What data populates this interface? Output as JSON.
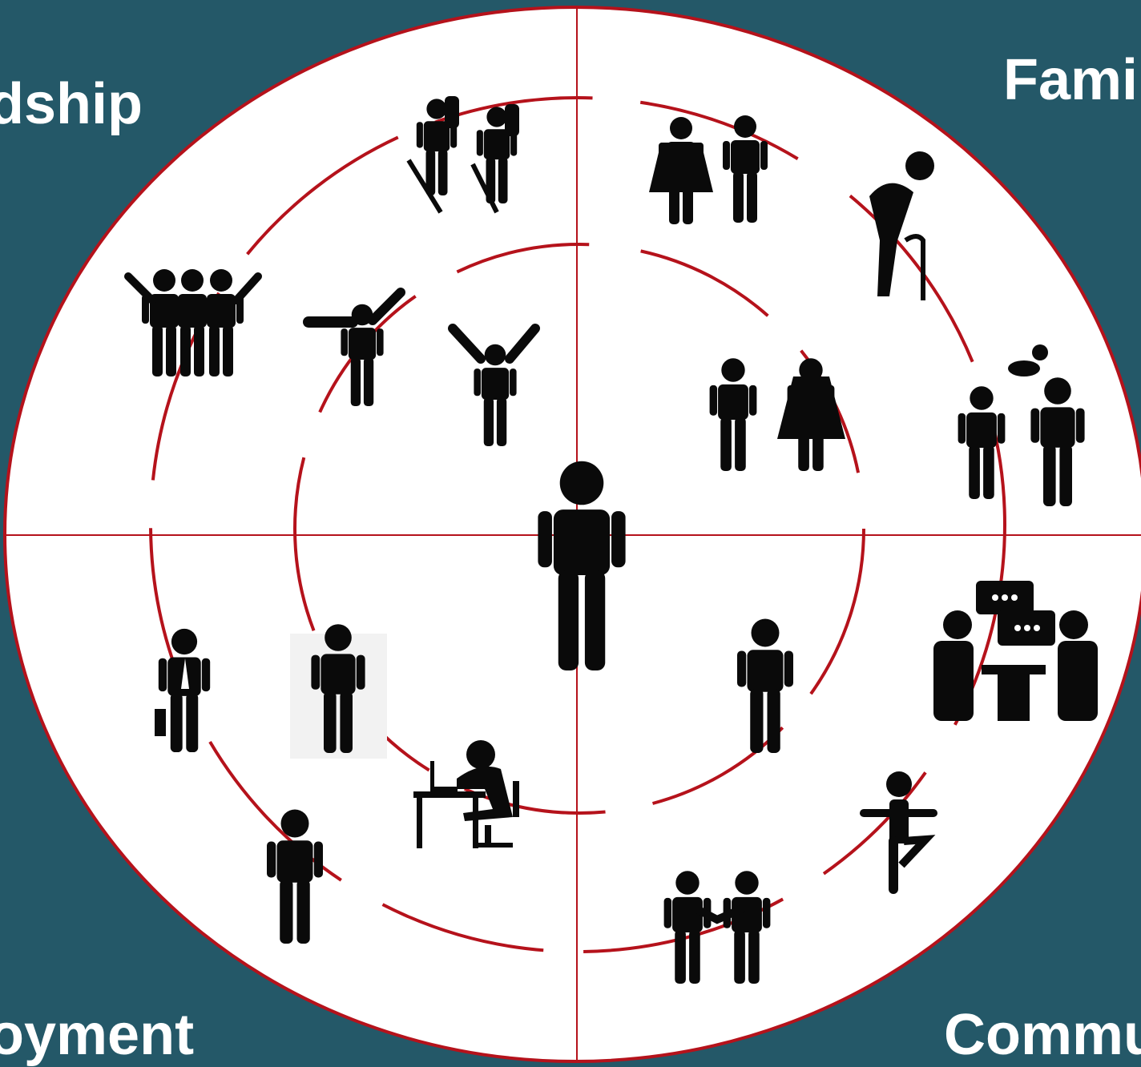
{
  "labels": {
    "top_left": "dship",
    "top_right": "Fami",
    "bottom_left": "oyment",
    "bottom_right": "Commu"
  },
  "colors": {
    "background": "#245868",
    "circle_fill": "#ffffff",
    "ring_stroke": "#b5121b",
    "figure": "#0a0a0a"
  },
  "icons": [
    "person-center-icon",
    "hikers-icon",
    "three-friends-icon",
    "pointing-person-icon",
    "cheering-person-icon",
    "couple-icon",
    "man-woman-icon",
    "elderly-person-icon",
    "parents-baby-icon",
    "meeting-chat-icon",
    "standing-person-icon",
    "yoga-person-icon",
    "handshake-icon",
    "businessman-icon",
    "person-icon",
    "laptop-worker-icon"
  ]
}
